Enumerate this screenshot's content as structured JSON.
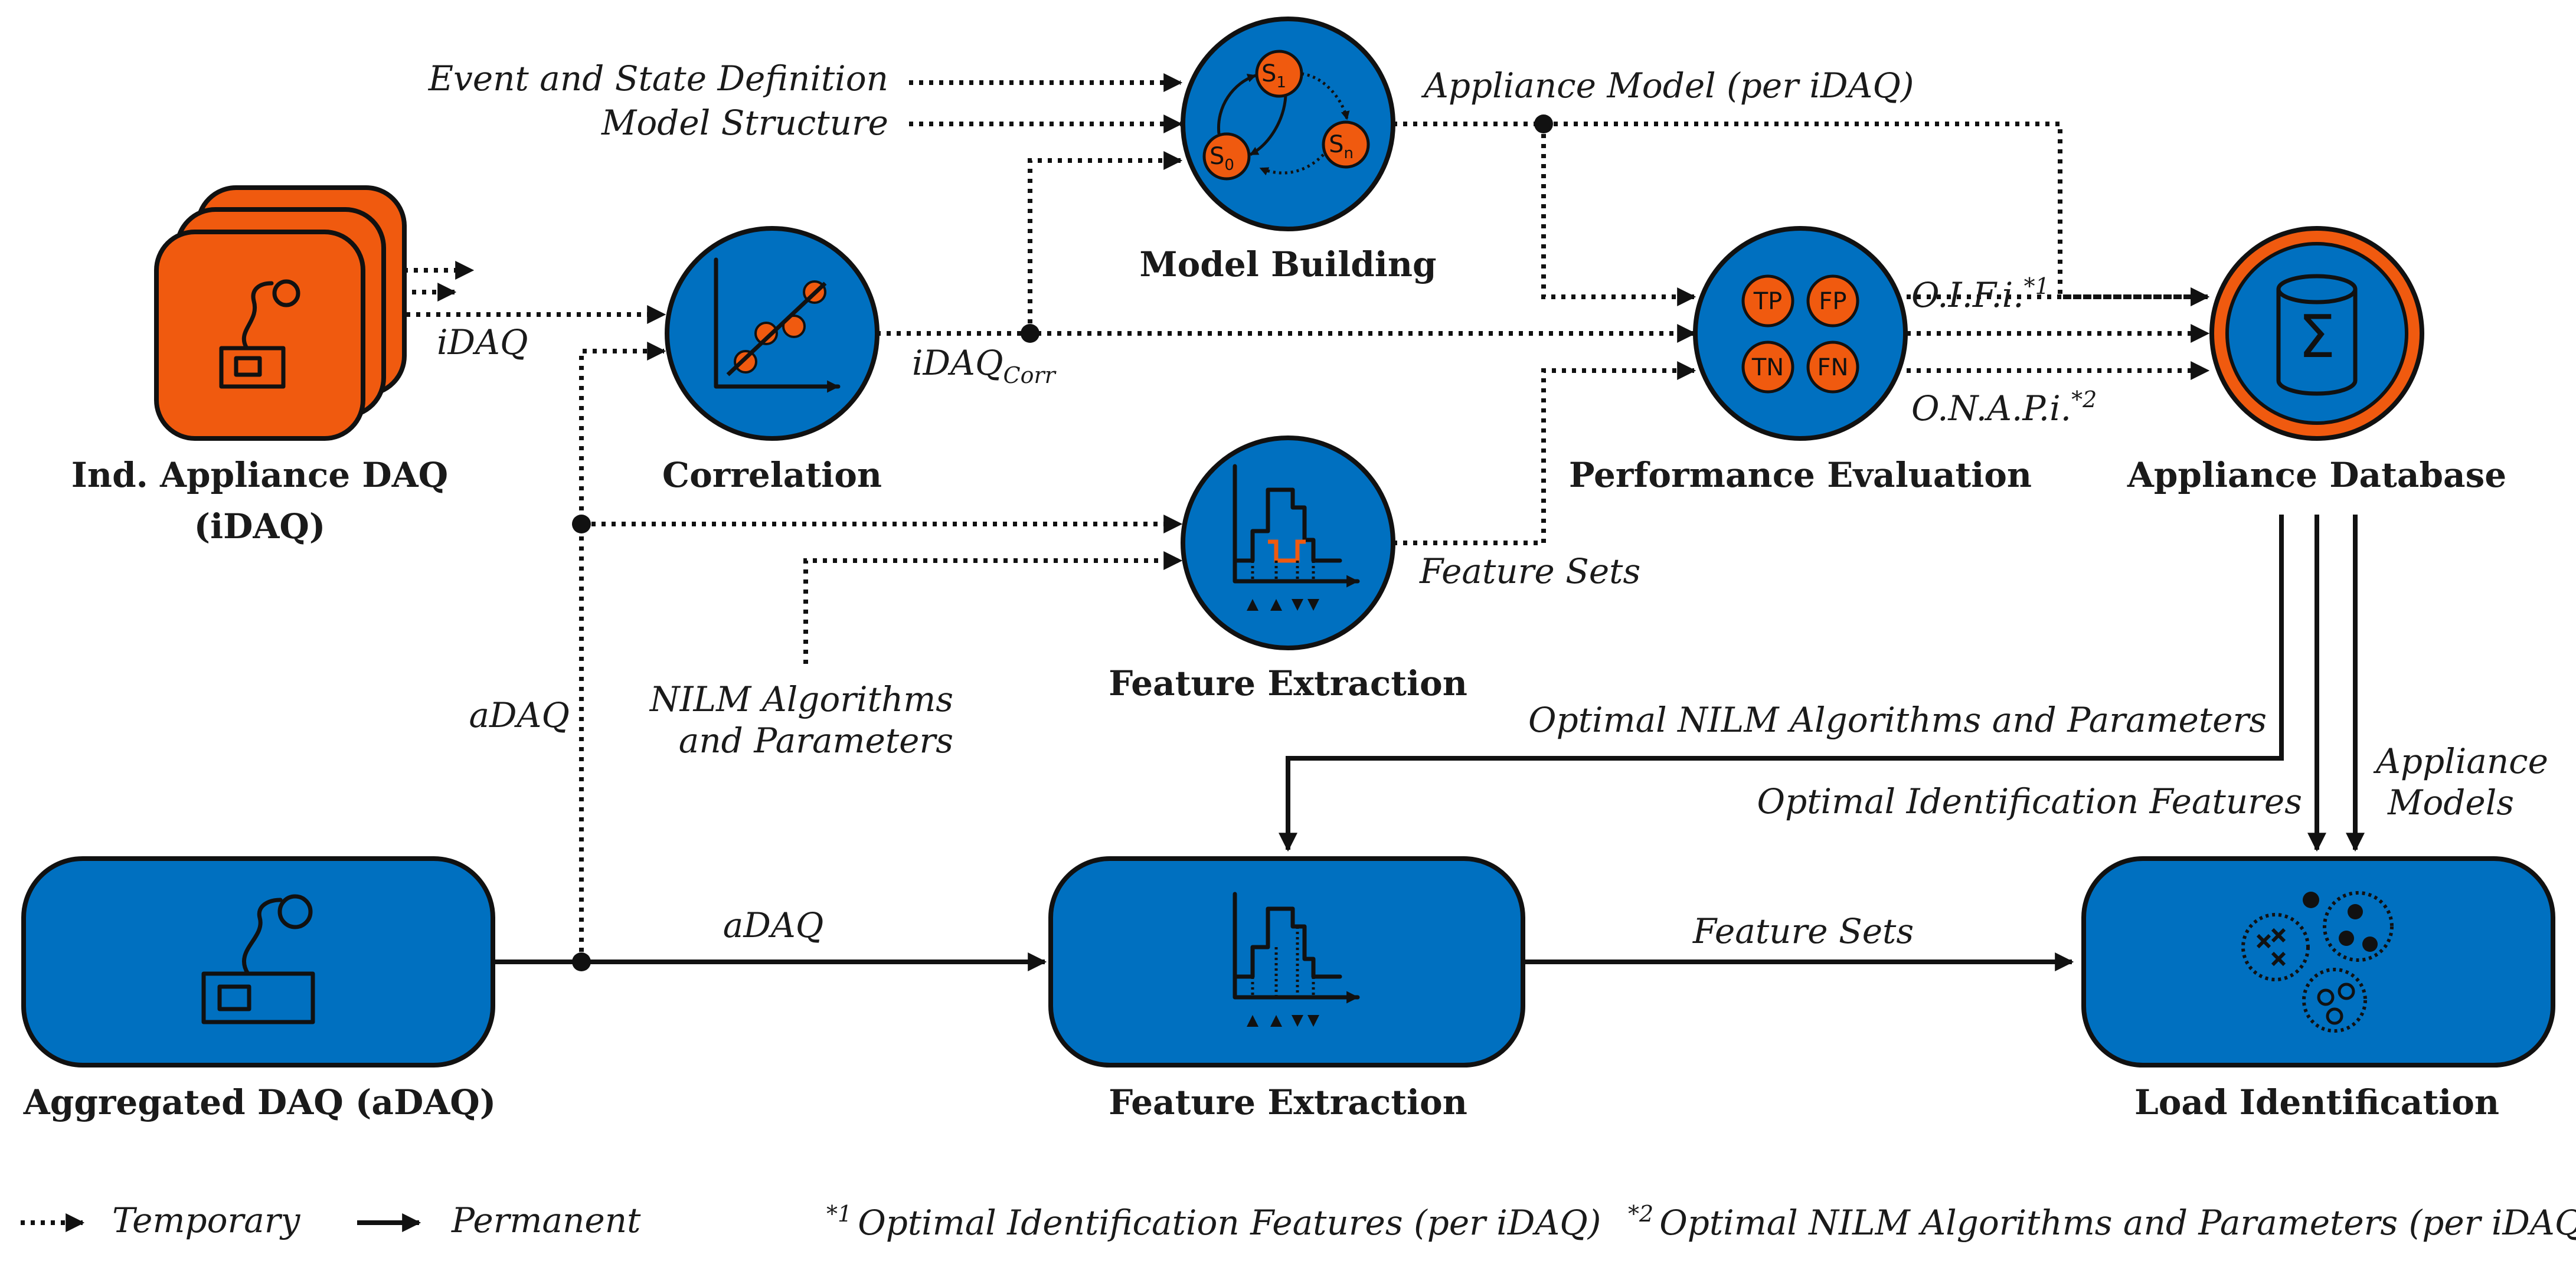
{
  "nodes": {
    "ind_daq": "Ind. Appliance DAQ",
    "ind_daq_sub": "(iDAQ)",
    "correlation": "Correlation",
    "model_building": "Model Building",
    "feature_extraction_top": "Feature Extraction",
    "performance_evaluation": "Performance Evaluation",
    "appliance_database": "Appliance Database",
    "aggregated_daq": "Aggregated DAQ (aDAQ)",
    "feature_extraction_bottom": "Feature Extraction",
    "load_identification": "Load Identification"
  },
  "state_labels": {
    "s1": "S",
    "s1_sub": "1",
    "s0": "S",
    "s0_sub": "0",
    "sn": "S",
    "sn_sub": "n"
  },
  "metrics": [
    "TP",
    "FP",
    "TN",
    "FN"
  ],
  "database_symbol": "Σ",
  "edge_labels": {
    "event_state": "Event and State Definition",
    "model_structure": "Model Structure",
    "appliance_model": "Appliance Model (per iDAQ)",
    "idaq": "iDAQ",
    "idaq_corr": "iDAQ",
    "idaq_corr_sub": "Corr",
    "oifi": "O.I.F.i.",
    "oifi_sup": "*1",
    "onapi": "O.N.A.P.i.",
    "onapi_sup": "*2",
    "feature_sets_top": "Feature Sets",
    "nilm_alg_1": "NILM Algorithms",
    "nilm_alg_2": "and Parameters",
    "adaq_vertical": "aDAQ",
    "adaq_horizontal": "aDAQ",
    "optimal_nilm": "Optimal NILM Algorithms and Parameters",
    "optimal_features": "Optimal Identification Features",
    "appliance_models_1": "Appliance",
    "appliance_models_2": "Models",
    "feature_sets_bottom": "Feature Sets"
  },
  "legend": {
    "temporary": "Temporary",
    "permanent": "Permanent",
    "footnote1_mark": "*1",
    "footnote1": "Optimal Identification Features (per iDAQ)",
    "footnote2_mark": "*2",
    "footnote2": "Optimal NILM Algorithms and Parameters (per iDAQ)"
  },
  "colors": {
    "blue": "#0070c0",
    "orange": "#f05a0f",
    "line": "#111111"
  }
}
